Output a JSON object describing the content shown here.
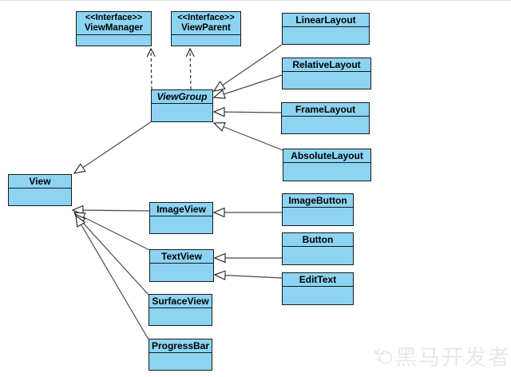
{
  "diagram": {
    "nodes": [
      {
        "id": "view-manager",
        "stereotype": "<<Interface>>",
        "label": "ViewManager",
        "kind": "interface"
      },
      {
        "id": "view-parent",
        "stereotype": "<<Interface>>",
        "label": "ViewParent",
        "kind": "interface"
      },
      {
        "id": "view-group",
        "label": "ViewGroup",
        "kind": "abstract-class"
      },
      {
        "id": "view",
        "label": "View",
        "kind": "class"
      },
      {
        "id": "linear-layout",
        "label": "LinearLayout",
        "kind": "class"
      },
      {
        "id": "relative-layout",
        "label": "RelativeLayout",
        "kind": "class"
      },
      {
        "id": "frame-layout",
        "label": "FrameLayout",
        "kind": "class"
      },
      {
        "id": "absolute-layout",
        "label": "AbsoluteLayout",
        "kind": "class"
      },
      {
        "id": "image-view",
        "label": "ImageView",
        "kind": "class"
      },
      {
        "id": "text-view",
        "label": "TextView",
        "kind": "class"
      },
      {
        "id": "surface-view",
        "label": "SurfaceView",
        "kind": "class"
      },
      {
        "id": "progress-bar",
        "label": "ProgressBar",
        "kind": "class"
      },
      {
        "id": "image-button",
        "label": "ImageButton",
        "kind": "class"
      },
      {
        "id": "button",
        "label": "Button",
        "kind": "class"
      },
      {
        "id": "edit-text",
        "label": "EditText",
        "kind": "class"
      }
    ],
    "edges": [
      {
        "from": "ViewGroup",
        "to": "ViewManager",
        "type": "realization"
      },
      {
        "from": "ViewGroup",
        "to": "ViewParent",
        "type": "realization"
      },
      {
        "from": "LinearLayout",
        "to": "ViewGroup",
        "type": "generalization"
      },
      {
        "from": "RelativeLayout",
        "to": "ViewGroup",
        "type": "generalization"
      },
      {
        "from": "FrameLayout",
        "to": "ViewGroup",
        "type": "generalization"
      },
      {
        "from": "AbsoluteLayout",
        "to": "ViewGroup",
        "type": "generalization"
      },
      {
        "from": "ViewGroup",
        "to": "View",
        "type": "generalization"
      },
      {
        "from": "ImageView",
        "to": "View",
        "type": "generalization"
      },
      {
        "from": "TextView",
        "to": "View",
        "type": "generalization"
      },
      {
        "from": "SurfaceView",
        "to": "View",
        "type": "generalization"
      },
      {
        "from": "ProgressBar",
        "to": "View",
        "type": "generalization"
      },
      {
        "from": "ImageButton",
        "to": "ImageView",
        "type": "generalization"
      },
      {
        "from": "Button",
        "to": "TextView",
        "type": "generalization"
      },
      {
        "from": "EditText",
        "to": "TextView",
        "type": "generalization"
      }
    ],
    "colors": {
      "node_fill": "#8CD4F2",
      "node_border": "#1a1a1a",
      "edge": "#4a4a4a"
    }
  },
  "watermark": {
    "logo": "horse-mascot-logo",
    "text": "黑马开发者",
    "color": "#e8e8e8"
  }
}
